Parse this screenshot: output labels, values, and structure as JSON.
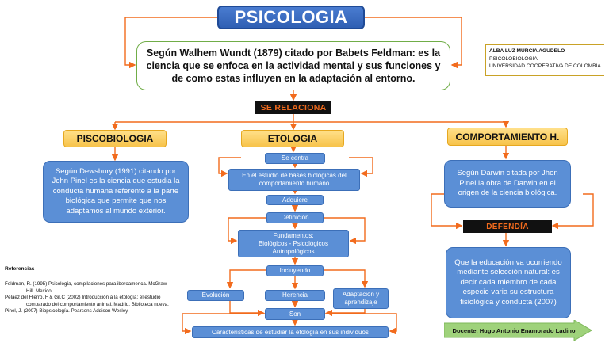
{
  "title": "PSICOLOGIA",
  "definition": "Según Walhem Wundt (1879) citado por Babets Feldman: es la ciencia  que se enfoca en la actividad mental  y sus funciones  y de como estas influyen en la adaptación al entorno.",
  "author": {
    "name": "ALBA LUZ MURCIA AGUDELO",
    "subject": "PSICOLOBIOLOGIA",
    "university": "UNIVERSIDAD COOPERATIVA DE COLOMBIA"
  },
  "relation_label": "SE RELACIONA",
  "branches": {
    "psicobiologia": {
      "header": "PISCOBIOLOGIA",
      "text": "Según Dewsbury (1991) citando por John  Pinel es la ciencia  que estudia la conducta humana  referente  a la parte  biológica que permite que nos adaptamos  al mundo exterior."
    },
    "etologia": {
      "header": "ETOLOGIA",
      "se_centra": "Se centra",
      "estudio": "En el estudio de bases biológicas  del comportamiento humano",
      "adquiere": "Adquiere",
      "definicion": "Definición",
      "fundamentos": "Fundamentos:\nBiológicos - Psicológicos\nAntropológicos",
      "incluyendo": "Incluyendo",
      "evolucion": "Evolución",
      "herencia": "Herencia",
      "adaptacion": "Adaptación y aprendizaje",
      "son": "Son",
      "caracteristicas": "Características  de estudiar la etología en sus individuos"
    },
    "comportamiento": {
      "header": "COMPORTAMIENTO H.",
      "text": "Según Darwin  citada  por Jhon Pinel  la obra de Darwin en el origen  de la ciencia biológica.",
      "defendia": "DEFENDÍA",
      "defense_text": "Que la educación va ocurriendo mediante selección natural: es decir cada miembro de cada especie varia su estructura fisiológica y conducta (2007)"
    }
  },
  "references": {
    "title": "Referencias",
    "items": [
      "Feldman, R. (1995) Psicología, compilaciones para iberoamerica. McGraw Hill. Mexico.",
      "Pelaez del Hierro, F & Gil,C (2002) Introducción a la etología: el estudio comparado del comportamiento animal. Madrid. Biblioteca nueva.",
      "Pinel, J. (2007) Biopsicología. Pearsons  Addison Wesley."
    ]
  },
  "docente": "Docente. Hugo Antonio Enamorado  Ladino",
  "colors": {
    "orange": "#f26b1d",
    "blue": "#5b8fd6",
    "yellow": "#f7c34a",
    "green_arrow": "#9fd27b"
  }
}
